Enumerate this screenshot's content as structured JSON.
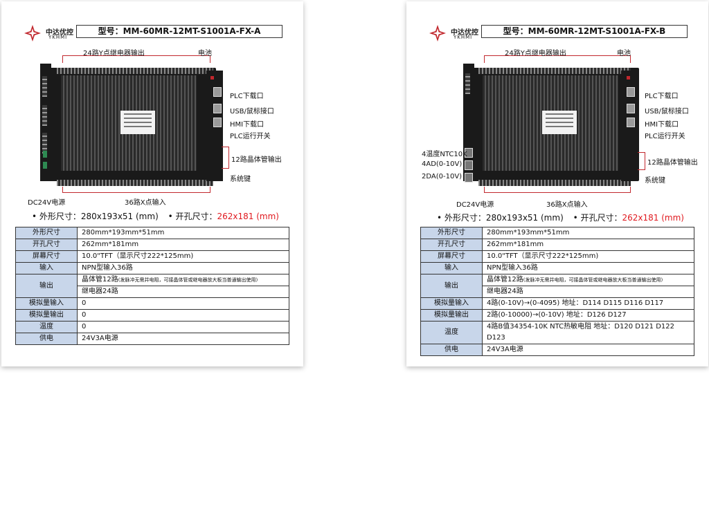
{
  "brand": {
    "name_cn": "中达优控",
    "name_en": "YKHMI",
    "logo_color": "#c1272d"
  },
  "colors": {
    "accent_red": "#e0181e",
    "header_cell_bg": "#c8d6ea"
  },
  "cards": [
    {
      "model": "型号：MM-60MR-12MT-S1001A-FX-A",
      "callouts": {
        "relay_outputs": "24路Y点继电器输出",
        "battery": "电池",
        "plc_download": "PLC下载口",
        "usb_mouse": "USB/鼠标接口",
        "hmi_download": "HMI下载口",
        "plc_run_switch": "PLC运行开关",
        "transistor_outputs": "12路晶体管输出",
        "system_key": "系统键",
        "dc24v": "DC24V电源",
        "x_inputs": "36路X点输入"
      },
      "dims": {
        "outer_label": "• 外形尺寸：",
        "outer_value": "280x193x51 (mm)",
        "cut_label": "• 开孔尺寸：",
        "cut_value": "262x181 (mm)"
      },
      "spec": {
        "outer": {
          "k": "外形尺寸",
          "v": "280mm*193mm*51mm"
        },
        "cut": {
          "k": "开孔尺寸",
          "v": "262mm*181mm"
        },
        "screen": {
          "k": "屏幕尺寸",
          "v": "10.0\"TFT（显示尺寸222*125mm)"
        },
        "input": {
          "k": "输入",
          "v": "NPN型输入36路"
        },
        "output": {
          "k": "输出",
          "v1a": "晶体管12路",
          "v1b": "(发脉冲无需并电阻，可接晶体管或继电器放大板当普通输出使用)",
          "v2": "继电器24路"
        },
        "ain": {
          "k": "模拟量输入",
          "v": "0"
        },
        "aout": {
          "k": "模拟量输出",
          "v": "0"
        },
        "temp": {
          "k": "温度",
          "v": "0"
        },
        "power": {
          "k": "供电",
          "v": "24V3A电源"
        }
      }
    },
    {
      "model": "型号：MM-60MR-12MT-S1001A-FX-B",
      "callouts": {
        "relay_outputs": "24路Y点继电器输出",
        "battery": "电池",
        "plc_download": "PLC下载口",
        "usb_mouse": "USB/鼠标接口",
        "hmi_download": "HMI下载口",
        "plc_run_switch": "PLC运行开关",
        "transistor_outputs": "12路晶体管输出",
        "system_key": "系统键",
        "dc24v": "DC24V电源",
        "x_inputs": "36路X点输入",
        "ntc": "4温度NTC10K",
        "ad": "4AD(0-10V)",
        "da": "2DA(0-10V)"
      },
      "dims": {
        "outer_label": "• 外形尺寸：",
        "outer_value": "280x193x51 (mm)",
        "cut_label": "• 开孔尺寸：",
        "cut_value": "262x181 (mm)"
      },
      "spec": {
        "outer": {
          "k": "外形尺寸",
          "v": "280mm*193mm*51mm"
        },
        "cut": {
          "k": "开孔尺寸",
          "v": "262mm*181mm"
        },
        "screen": {
          "k": "屏幕尺寸",
          "v": "10.0\"TFT（显示尺寸222*125mm)"
        },
        "input": {
          "k": "输入",
          "v": "NPN型输入36路"
        },
        "output": {
          "k": "输出",
          "v1a": "晶体管12路",
          "v1b": "(发脉冲无需并电阻，可接晶体管或继电器放大板当普通输出使用)",
          "v2": "继电器24路"
        },
        "ain": {
          "k": "模拟量输入",
          "v": "4路(0-10V)→(0-4095) 地址：D114  D115  D116  D117"
        },
        "aout": {
          "k": "模拟量输出",
          "v": "2路(0-10000)→(0-10V) 地址：D126  D127"
        },
        "temp": {
          "k": "温度",
          "v": "4路B值34354-10K NTC热敏电阻 地址：D120 D121 D122 D123"
        },
        "power": {
          "k": "供电",
          "v": "24V3A电源"
        }
      }
    }
  ]
}
